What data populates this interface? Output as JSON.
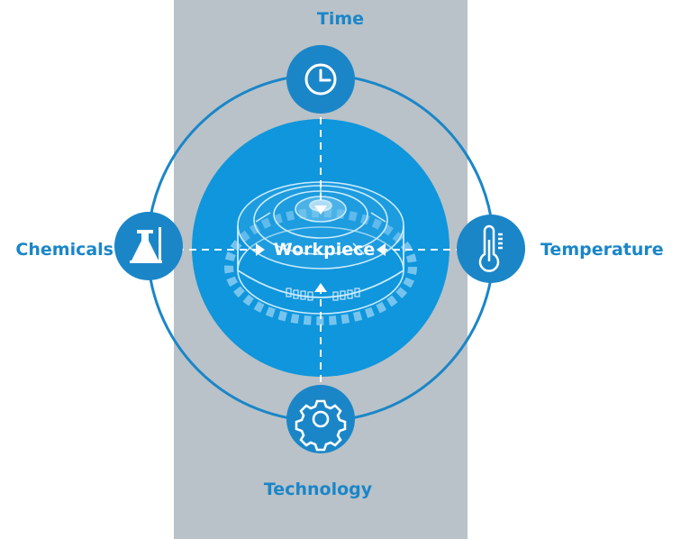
{
  "diagram": {
    "center_label": "Workpiece",
    "factors": {
      "top": "Time",
      "left": "Chemicals",
      "right": "Temperature",
      "bottom": "Technology"
    }
  },
  "colors": {
    "accent": "#1a86c8",
    "panel": "#b9c2c8",
    "center_disc": "#0f96dc",
    "background": "#ffffff"
  },
  "icons": {
    "top": "clock-icon",
    "left": "flask-icon",
    "right": "thermometer-icon",
    "bottom": "gear-icon",
    "center": "gear-wheel-workpiece-illustration"
  }
}
